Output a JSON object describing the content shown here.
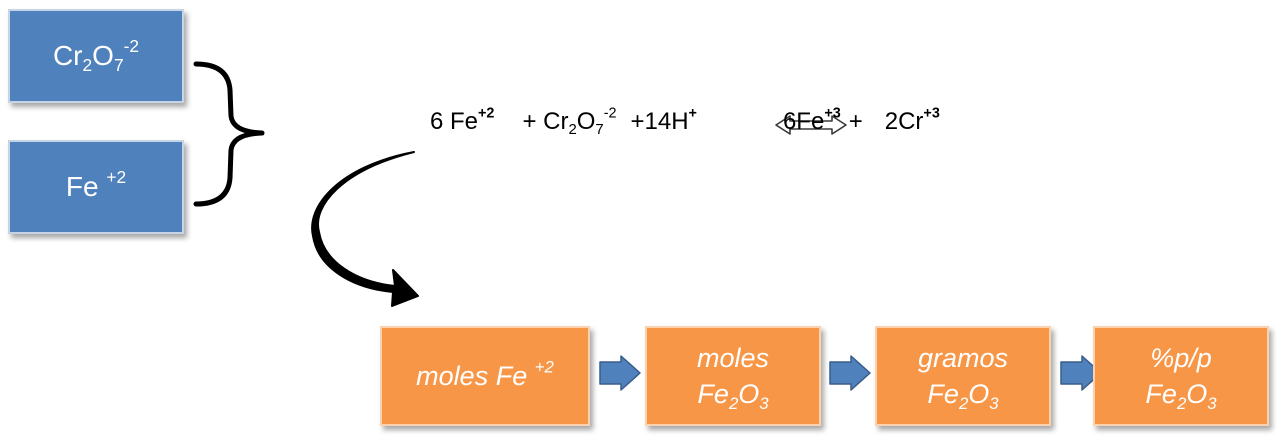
{
  "species_boxes": [
    {
      "base": "Cr",
      "sub1": "2",
      "mid": "O",
      "sub2": "7",
      "charge": "-2"
    },
    {
      "base": "Fe",
      "charge": "+2"
    }
  ],
  "equation": {
    "fe2_coef": "6 Fe",
    "fe2_charge": "+2",
    "dichromate_prefix": "+ Cr",
    "dichromate_sub1": "2",
    "dichromate_mid": "O",
    "dichromate_sub2": "7",
    "dichromate_charge": "-2",
    "h_term": "+14H",
    "h_charge": "+",
    "fe3_term": "6Fe",
    "fe3_charge": "+3",
    "plus": "+",
    "cr3_term": "2Cr",
    "cr3_charge": "+3"
  },
  "steps": [
    {
      "text": "moles Fe",
      "charge": "+2"
    },
    {
      "line1": "moles",
      "base": "Fe",
      "sub1": "2",
      "mid": "O",
      "sub2": "3"
    },
    {
      "line1": "gramos",
      "base": "Fe",
      "sub1": "2",
      "mid": "O",
      "sub2": "3"
    },
    {
      "line1": "%p/p",
      "base": "Fe",
      "sub1": "2",
      "mid": "O",
      "sub2": "3"
    }
  ],
  "colors": {
    "species_box": "#4f81bd",
    "step_box": "#f79646",
    "step_arrow": "#4f81bd"
  }
}
